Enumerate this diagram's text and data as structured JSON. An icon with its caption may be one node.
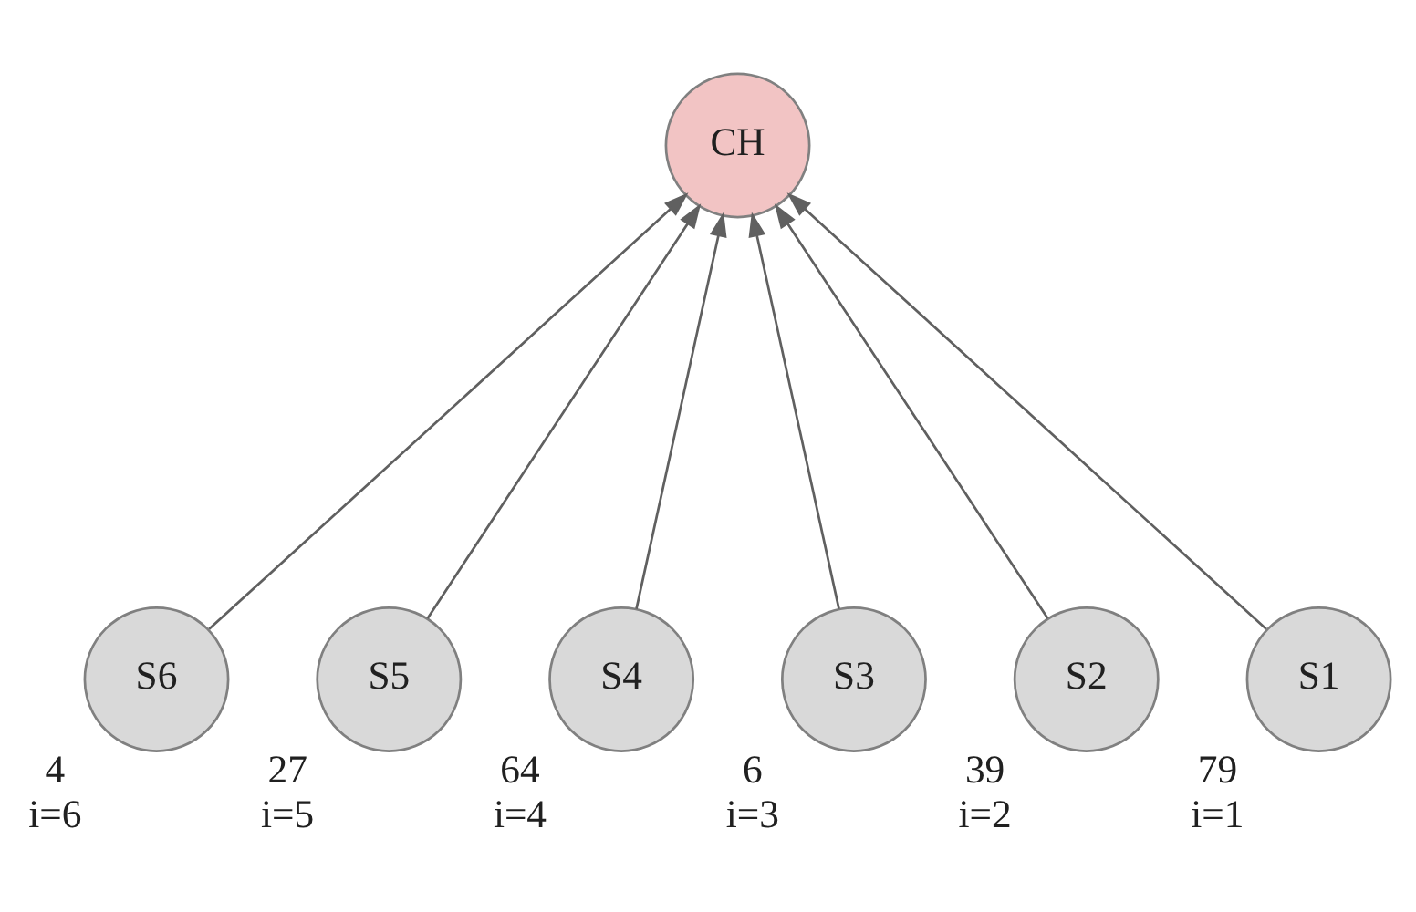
{
  "diagram": {
    "nodes": [
      {
        "text": [
          "CH"
        ]
      },
      {
        "text": [
          "S6"
        ],
        "beside": [
          "4",
          "i=6"
        ]
      },
      {
        "text": [
          "S5"
        ],
        "beside": [
          "27",
          "i=5"
        ]
      },
      {
        "text": [
          "S4"
        ],
        "beside": [
          "64",
          "i=4"
        ]
      },
      {
        "text": [
          "S3"
        ],
        "beside": [
          "6",
          "i=3"
        ]
      },
      {
        "text": [
          "S2"
        ],
        "beside": [
          "39",
          "i=2"
        ]
      },
      {
        "text": [
          "S1"
        ],
        "beside": [
          "79",
          "i=1"
        ]
      }
    ],
    "edges": [
      {
        "from": 1,
        "to": 0,
        "arrow": "to"
      },
      {
        "from": 2,
        "to": 0,
        "arrow": "to"
      },
      {
        "from": 3,
        "to": 0,
        "arrow": "to"
      },
      {
        "from": 4,
        "to": 0,
        "arrow": "to"
      },
      {
        "from": 5,
        "to": 0,
        "arrow": "to"
      },
      {
        "from": 6,
        "to": 0,
        "arrow": "to"
      }
    ]
  }
}
